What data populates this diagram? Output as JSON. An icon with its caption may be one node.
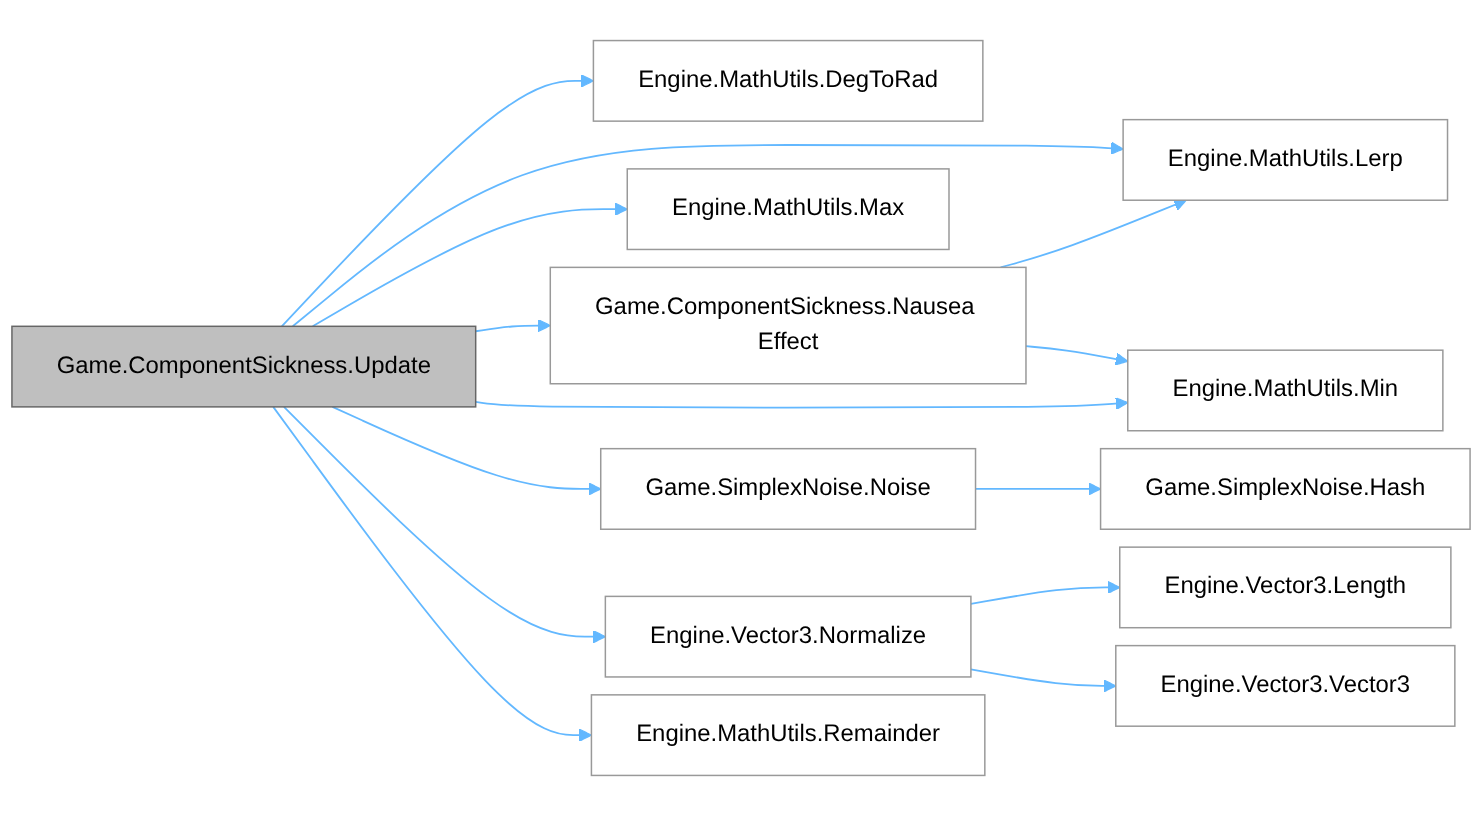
{
  "diagram": {
    "nodes": [
      {
        "text": [
          "Game.ComponentSickness.Update"
        ]
      },
      {
        "text": [
          "Engine.MathUtils.DegToRad"
        ]
      },
      {
        "text": [
          "Engine.MathUtils.Max"
        ]
      },
      {
        "text": [
          "Game.ComponentSickness.Nausea Effect"
        ]
      },
      {
        "text": [
          "Engine.MathUtils.Lerp"
        ]
      },
      {
        "text": [
          "Engine.MathUtils.Min"
        ]
      },
      {
        "text": [
          "Game.SimplexNoise.Noise"
        ]
      },
      {
        "text": [
          "Game.SimplexNoise.Hash"
        ]
      },
      {
        "text": [
          "Engine.Vector3.Normalize"
        ]
      },
      {
        "text": [
          "Engine.Vector3.Length"
        ]
      },
      {
        "text": [
          "Engine.Vector3.Vector3"
        ]
      },
      {
        "text": [
          "Engine.MathUtils.Remainder"
        ]
      }
    ],
    "edges": [
      {
        "from": 0,
        "to": 1,
        "arrow": "to"
      },
      {
        "from": 0,
        "to": 4,
        "arrow": "to"
      },
      {
        "from": 0,
        "to": 2,
        "arrow": "to"
      },
      {
        "from": 0,
        "to": 3,
        "arrow": "to"
      },
      {
        "from": 0,
        "to": 5,
        "arrow": "to"
      },
      {
        "from": 0,
        "to": 6,
        "arrow": "to"
      },
      {
        "from": 0,
        "to": 8,
        "arrow": "to"
      },
      {
        "from": 0,
        "to": 11,
        "arrow": "to"
      },
      {
        "from": 3,
        "to": 4,
        "arrow": "to"
      },
      {
        "from": 3,
        "to": 5,
        "arrow": "to"
      },
      {
        "from": 6,
        "to": 7,
        "arrow": "to"
      },
      {
        "from": 8,
        "to": 9,
        "arrow": "to"
      },
      {
        "from": 8,
        "to": 10,
        "arrow": "to"
      }
    ]
  }
}
